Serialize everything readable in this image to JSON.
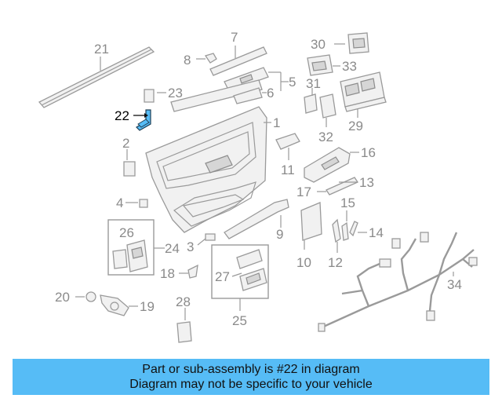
{
  "callouts": [
    "21",
    "7",
    "8",
    "5",
    "6",
    "23",
    "22",
    "1",
    "2",
    "4",
    "3",
    "26",
    "24",
    "18",
    "20",
    "19",
    "28",
    "27",
    "25",
    "9",
    "10",
    "11",
    "12",
    "13",
    "14",
    "15",
    "16",
    "17",
    "30",
    "33",
    "31",
    "29",
    "32",
    "34"
  ],
  "highlighted_part": "22",
  "highlight_color": "#56bcf6",
  "banner": {
    "background": "#56bcf6",
    "line1": "Part or sub-assembly is #22 in diagram",
    "line2": "Diagram may not be specific to your vehicle"
  }
}
